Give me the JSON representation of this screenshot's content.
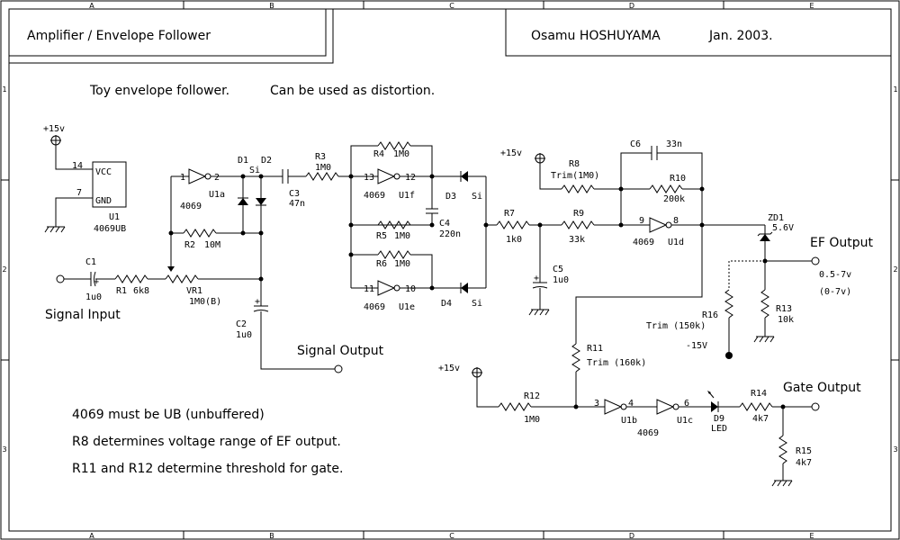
{
  "title_block": {
    "title": "Amplifier / Envelope Follower",
    "author": "Osamu HOSHUYAMA",
    "date": "Jan. 2003."
  },
  "frame": {
    "columns": [
      "A",
      "B",
      "C",
      "D",
      "E"
    ],
    "rows": [
      "1",
      "2",
      "3"
    ]
  },
  "subtitle": {
    "left": "Toy envelope follower.",
    "right": "Can be used as distortion."
  },
  "notes": [
    "4069 must be UB (unbuffered)",
    "R8 determines voltage range of EF output.",
    "R11 and R12 determine threshold for gate."
  ],
  "ports": {
    "signal_input": "Signal Input",
    "signal_output": "Signal Output",
    "ef_output": "EF Output",
    "ef_range_1": "0.5-7v",
    "ef_range_2": "(0-7v)",
    "gate_output": "Gate Output"
  },
  "power": {
    "vcc_top": "+15v",
    "vcc_mid": "+15v",
    "vcc_bottom": "+15v",
    "vee": "-15V"
  },
  "u1": {
    "pin_vcc": "14",
    "pin_gnd": "7",
    "label_vcc": "VCC",
    "label_gnd": "GND",
    "name": "U1",
    "part": "4069UB"
  },
  "components": {
    "c1": {
      "name": "C1",
      "value": "1u0"
    },
    "r1": {
      "name": "R1",
      "value": "6k8"
    },
    "vr1": {
      "name": "VR1",
      "value": "1M0(B)"
    },
    "u1a": {
      "in": "1",
      "out": "2",
      "name": "U1a",
      "part": "4069"
    },
    "r2": {
      "name": "R2",
      "value": "10M"
    },
    "d1": {
      "name": "D1"
    },
    "d2": {
      "name": "D2",
      "type": "Si"
    },
    "c2": {
      "name": "C2",
      "value": "1u0"
    },
    "c3": {
      "name": "C3",
      "value": "47n"
    },
    "r3": {
      "name": "R3",
      "value": "1M0"
    },
    "r4": {
      "name": "R4",
      "value": "1M0"
    },
    "u1f": {
      "in": "13",
      "out": "12",
      "name": "U1f",
      "part": "4069"
    },
    "c4": {
      "name": "C4",
      "value": "220n"
    },
    "r5": {
      "name": "R5",
      "value": "1M0"
    },
    "r6": {
      "name": "R6",
      "value": "1M0"
    },
    "u1e": {
      "in": "11",
      "out": "10",
      "name": "U1e",
      "part": "4069"
    },
    "d3": {
      "name": "D3",
      "type": "Si"
    },
    "d4": {
      "name": "D4",
      "type": "Si"
    },
    "r7": {
      "name": "R7",
      "value": "1k0"
    },
    "c5": {
      "name": "C5",
      "value": "1u0"
    },
    "r8": {
      "name": "R8",
      "value": "Trim(1M0)"
    },
    "r9": {
      "name": "R9",
      "value": "33k"
    },
    "c6": {
      "name": "C6",
      "value": "33n"
    },
    "r10": {
      "name": "R10",
      "value": "200k"
    },
    "u1d": {
      "in": "9",
      "out": "8",
      "name": "U1d",
      "part": "4069"
    },
    "zd1": {
      "name": "ZD1",
      "value": "5.6V"
    },
    "r13": {
      "name": "R13",
      "value": "10k"
    },
    "r16": {
      "name": "R16",
      "value": "Trim (150k)"
    },
    "r11": {
      "name": "R11",
      "value": "Trim (160k)"
    },
    "r12": {
      "name": "R12",
      "value": "1M0"
    },
    "u1b": {
      "in": "3",
      "out": "4",
      "name": "U1b"
    },
    "u1c": {
      "out": "6",
      "name": "U1c",
      "part": "4069"
    },
    "d9": {
      "name": "D9",
      "type": "LED"
    },
    "r14": {
      "name": "R14",
      "value": "4k7"
    },
    "r15": {
      "name": "R15",
      "value": "4k7"
    }
  }
}
